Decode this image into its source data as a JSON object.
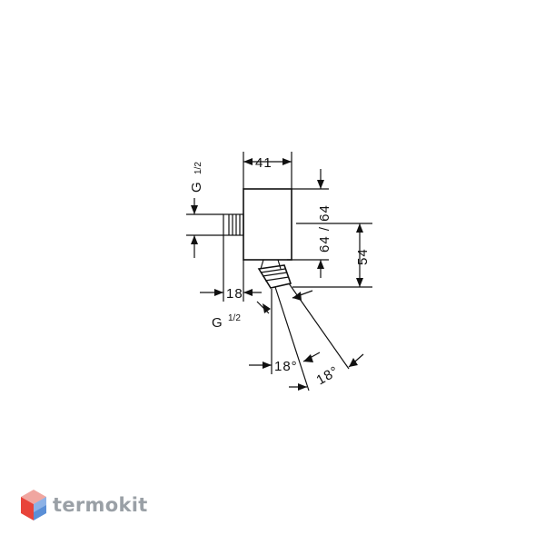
{
  "dimensions": {
    "width_top": "41",
    "height_outer": "64 / 64",
    "height_inner": "54",
    "offset_left": "18",
    "angle_1": "18°",
    "angle_2": "18°"
  },
  "threads": {
    "inlet_prefix": "G",
    "inlet_fraction": "1/2",
    "outlet_prefix": "G",
    "outlet_fraction": "1/2"
  },
  "watermark": {
    "brand": "termokit",
    "logo_colors": [
      "#e8443a",
      "#f0a6a0",
      "#5b8fd6",
      "#a9c4ee"
    ]
  }
}
